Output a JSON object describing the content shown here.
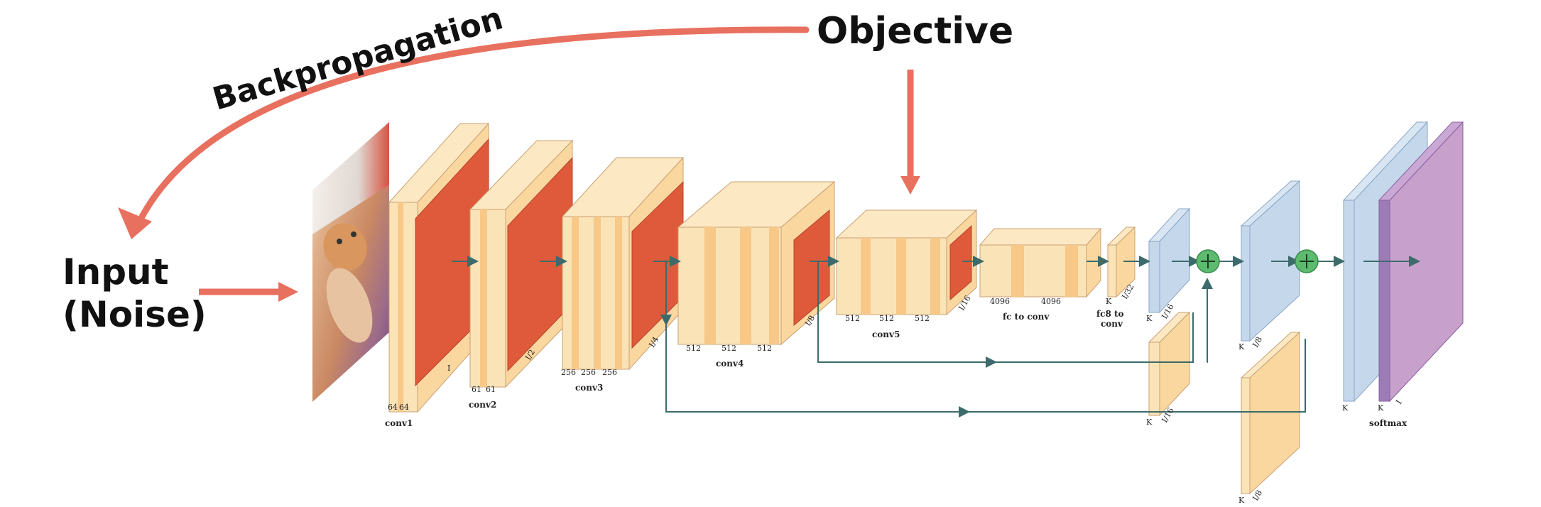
{
  "labels": {
    "backpropagation": "Backpropagation",
    "objective": "Objective",
    "input_line1": "Input",
    "input_line2": "(Noise)",
    "conv1": "conv1",
    "conv2": "conv2",
    "conv3": "conv3",
    "conv4": "conv4",
    "conv5": "conv5",
    "fc_to_conv": "fc to conv",
    "fc8_line1": "fc8 to",
    "fc8_line2": "conv",
    "softmax": "softmax"
  },
  "dims": {
    "conv1_ch_a": "64",
    "conv1_ch_b": "64",
    "conv1_scale": "I",
    "conv2_ch_a": "61",
    "conv2_ch_b": "61",
    "conv2_scale": "I/2",
    "conv3_ch_a": "256",
    "conv3_ch_b": "256",
    "conv3_ch_c": "256",
    "conv3_scale": "I/4",
    "conv4_ch_a": "512",
    "conv4_ch_b": "512",
    "conv4_ch_c": "512",
    "conv4_scale": "I/8",
    "conv5_ch_a": "512",
    "conv5_ch_b": "512",
    "conv5_ch_c": "512",
    "conv5_scale": "I/16",
    "fc_a": "4096",
    "fc_b": "4096",
    "fc8_k": "K",
    "fc8_scale": "I/32",
    "up1_k": "K",
    "up1_scale": "I/16",
    "skip1_k": "K",
    "skip1_scale": "I/16",
    "up2_k": "K",
    "up2_scale": "I/8",
    "skip2_k": "K",
    "skip2_scale": "I/8",
    "out_k": "K",
    "softmax_k": "K",
    "softmax_scale": "I"
  },
  "colors": {
    "arrow_coral": "#e8705f",
    "conv_face": "#fbe3b8",
    "conv_stripe": "#f7c887",
    "relu_red": "#de5a3a",
    "blue_block": "#c5d7ea",
    "purple_block": "#a98bc0",
    "sum_green": "#5cbb6e",
    "flow_line": "#3d6b6b"
  }
}
